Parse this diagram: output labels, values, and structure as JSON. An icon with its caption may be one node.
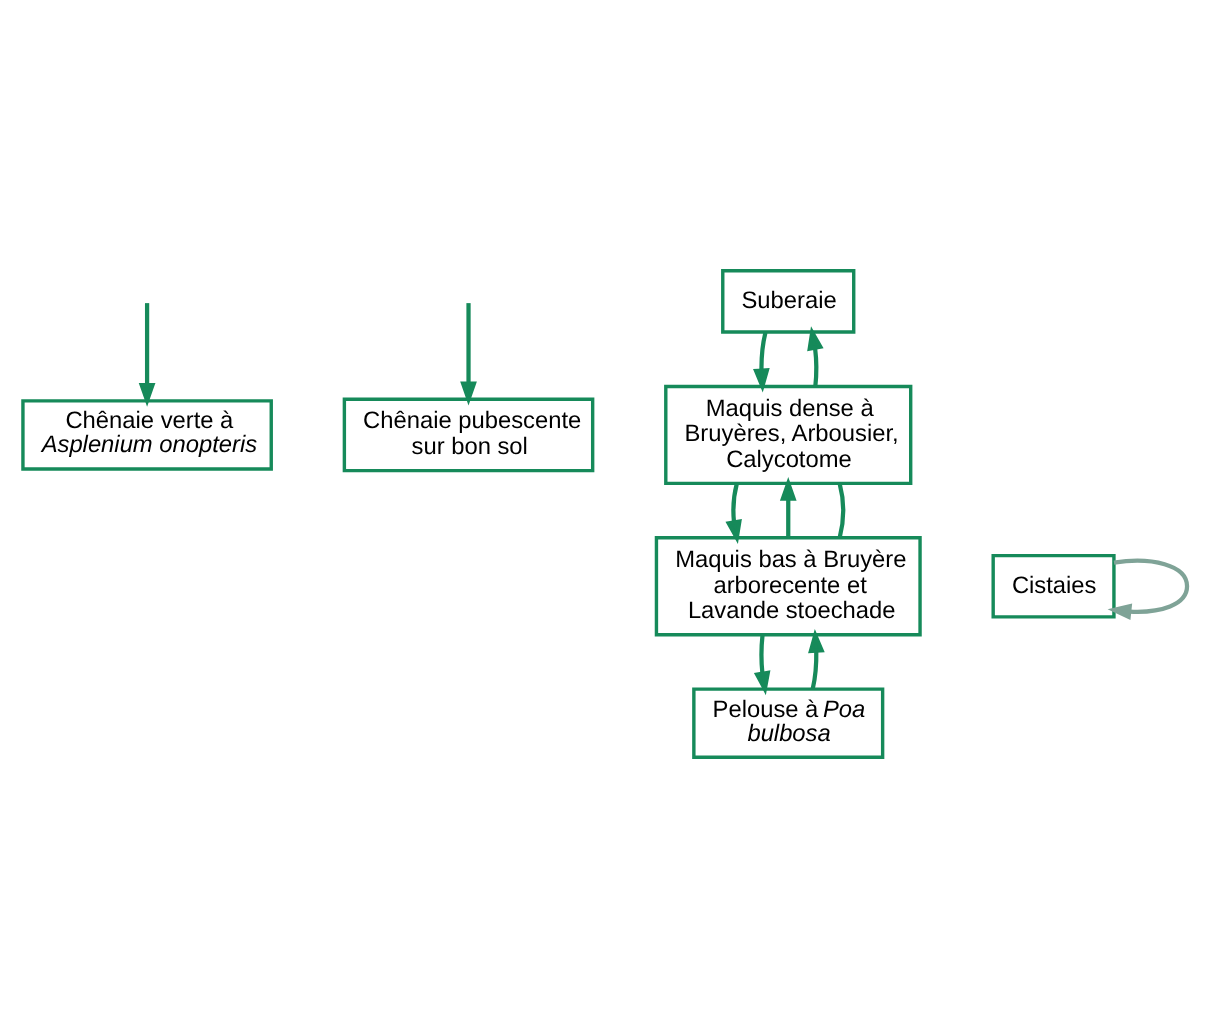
{
  "diagram": {
    "nodes": [
      {
        "text": [
          "Chênaie verte à *Asplenium onopteris*"
        ]
      },
      {
        "text": [
          "Chênaie pubescente sur bon sol"
        ]
      },
      {
        "text": [
          "Suberaie"
        ]
      },
      {
        "text": [
          "Maquis dense à Bruyères, Arbousier, Calycotome"
        ]
      },
      {
        "text": [
          "Maquis bas à Bruyère arborecente et Lavande stoechade"
        ]
      },
      {
        "text": [
          "Cistaies"
        ]
      },
      {
        "text": [
          "Pelouse à *Poa bulbosa*"
        ]
      }
    ],
    "edges": [
      {
        "from": null,
        "to": 0,
        "arrow": "to"
      },
      {
        "from": null,
        "to": 1,
        "arrow": "to"
      },
      {
        "from": 2,
        "to": 3,
        "arrow": "to"
      },
      {
        "from": 3,
        "to": 2,
        "arrow": "to"
      },
      {
        "from": 3,
        "to": 4,
        "arrow": "to"
      },
      {
        "from": 4,
        "to": 3,
        "arrow": "to"
      },
      {
        "from": 3,
        "to": 4,
        "arrow": "none"
      },
      {
        "from": 5,
        "to": 5,
        "arrow": "to",
        "color": "#7fa397"
      },
      {
        "from": 4,
        "to": 6,
        "arrow": "to"
      },
      {
        "from": 6,
        "to": 4,
        "arrow": "to"
      }
    ]
  }
}
